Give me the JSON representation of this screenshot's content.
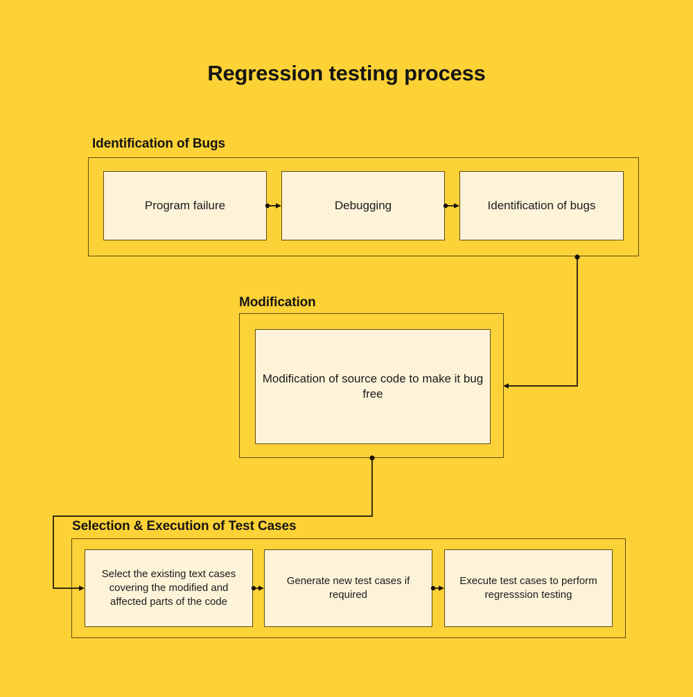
{
  "page": {
    "title": "Regression testing process",
    "background_color": "#FDD236",
    "box_fill_color": "#FCF3D9",
    "line_color": "#1a1008",
    "text_color": "#161513"
  },
  "sections": [
    {
      "id": "identification-of-bugs",
      "heading": "Identification of Bugs",
      "boxes": [
        {
          "id": "program-failure",
          "label": "Program failure"
        },
        {
          "id": "debugging",
          "label": "Debugging"
        },
        {
          "id": "identification-of-bugs",
          "label": "Identification of bugs"
        }
      ]
    },
    {
      "id": "modification",
      "heading": "Modification",
      "boxes": [
        {
          "id": "modification-of-source-code",
          "label": "Modification of source code to make it bug free"
        }
      ]
    },
    {
      "id": "selection-execution-of-test-cases",
      "heading": "Selection & Execution of Test Cases",
      "boxes": [
        {
          "id": "select-existing-test-cases",
          "label": "Select the existing text cases covering the modified and affected parts of the code"
        },
        {
          "id": "generate-new-test-cases",
          "label": "Generate new test cases if required"
        },
        {
          "id": "execute-test-cases",
          "label": "Execute test cases to perform regresssion testing"
        }
      ]
    }
  ],
  "connectors": [
    {
      "id": "program-failure-to-debugging",
      "from": "program-failure",
      "to": "debugging",
      "style": "dot-to-arrow"
    },
    {
      "id": "debugging-to-identification",
      "from": "debugging",
      "to": "identification-of-bugs",
      "style": "dot-to-arrow"
    },
    {
      "id": "identification-section-to-modification-section",
      "from": "identification-of-bugs",
      "to": "modification",
      "style": "elbow-arrow"
    },
    {
      "id": "modification-section-to-selection-section",
      "from": "modification",
      "to": "select-existing-test-cases",
      "style": "elbow-arrow"
    },
    {
      "id": "select-to-generate",
      "from": "select-existing-test-cases",
      "to": "generate-new-test-cases",
      "style": "dot-to-arrow"
    },
    {
      "id": "generate-to-execute",
      "from": "generate-new-test-cases",
      "to": "execute-test-cases",
      "style": "dot-to-arrow"
    }
  ]
}
